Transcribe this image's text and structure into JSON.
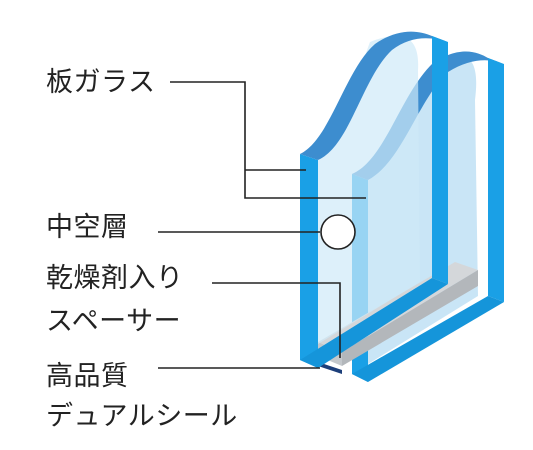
{
  "labels": {
    "sheet_glass": "板ガラス",
    "air_layer": "中空層",
    "spacer_line1": "乾燥剤入り",
    "spacer_line2": "スペーサー",
    "seal_line1": "高品質",
    "seal_line2": "デュアルシール"
  },
  "colors": {
    "glass_edge": "#1aa0e6",
    "glass_face": "#cfe9f8",
    "glass_face_back": "#b5dcf3",
    "glass_wave_top": "#3d8dcf",
    "spacer": "#c4c8cc",
    "seal": "#1d3f7a",
    "leader_line": "#222222"
  }
}
